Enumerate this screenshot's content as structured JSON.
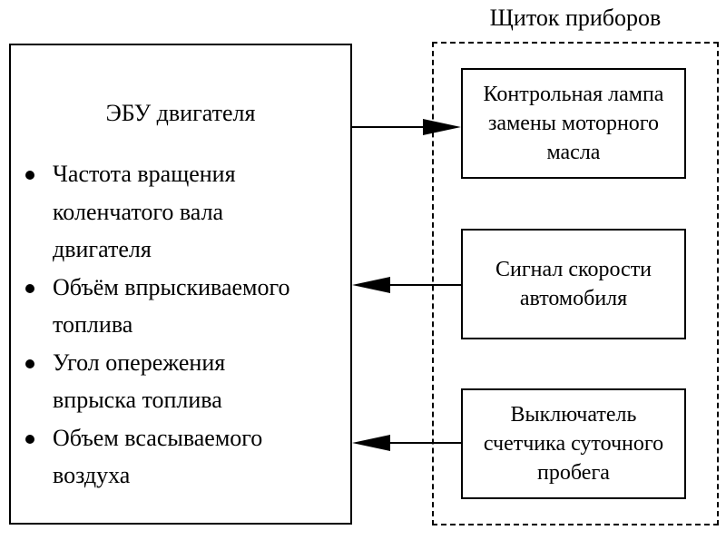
{
  "panel": {
    "title": "Щиток приборов"
  },
  "ecu": {
    "title": "ЭБУ двигателя",
    "params": [
      [
        "Частота вращения",
        "коленчатого вала",
        "двигателя"
      ],
      [
        "Объём впрыскиваемого",
        "топлива"
      ],
      [
        "Угол опережения",
        "впрыска топлива"
      ],
      [
        "Объем всасываемого",
        "воздуха"
      ]
    ]
  },
  "instruments": {
    "lamp": [
      "Контрольная лампа",
      "замены моторного",
      "масла"
    ],
    "speed": [
      "Сигнал скорости",
      "автомобиля"
    ],
    "switch": [
      "Выключатель",
      "счетчика суточного",
      "пробега"
    ]
  }
}
